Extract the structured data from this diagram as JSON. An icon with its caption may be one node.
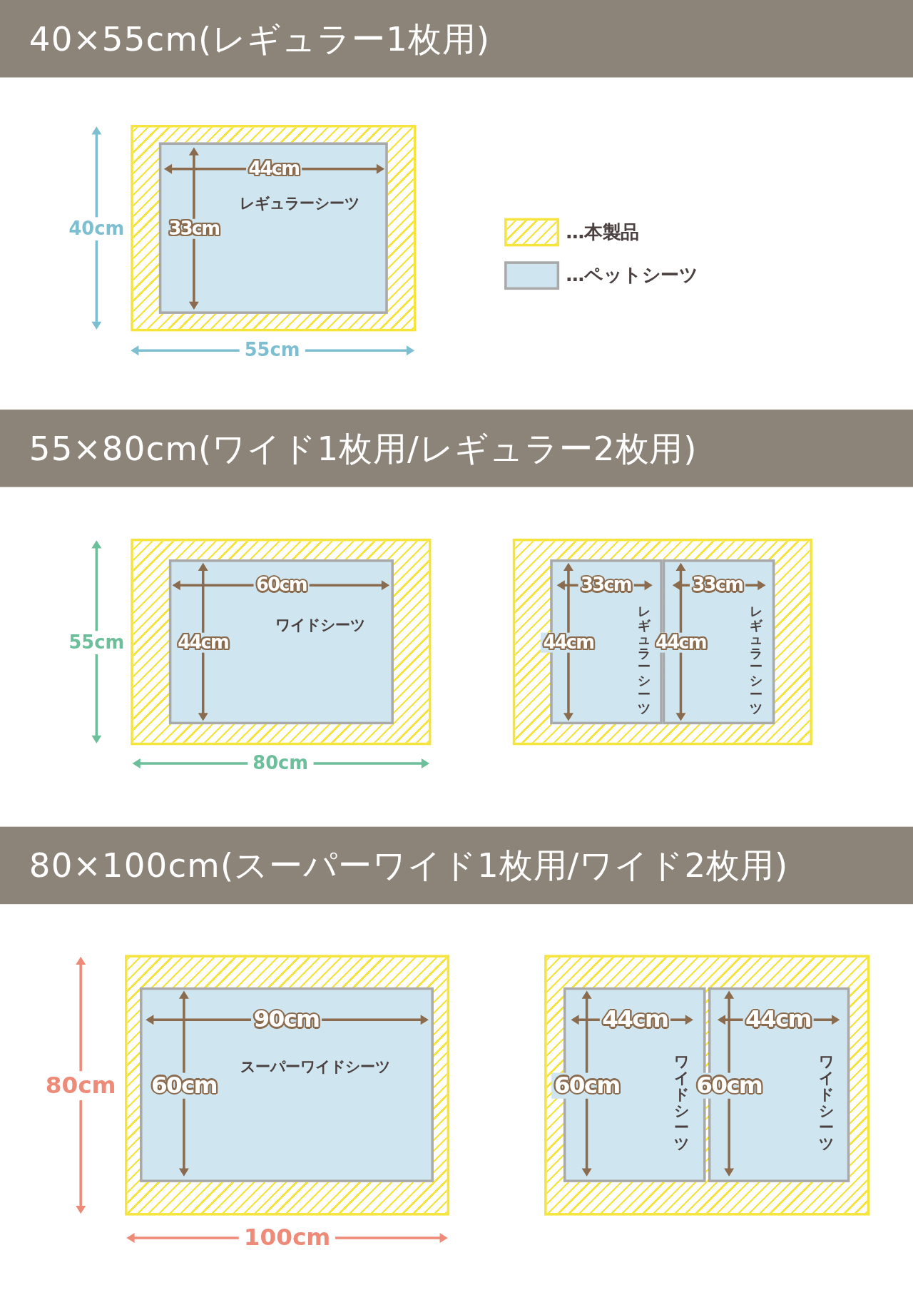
{
  "diagram": {
    "nodes": [
      {
        "text": [
          "40×55cm(レギュラー1枚用)"
        ]
      },
      {
        "text": [],
        "shape": "box"
      },
      {
        "text": [
          "レギュラーシーツ"
        ],
        "in": 1
      },
      {
        "text": [
          "55×80cm(ワイド1枚用/レギュラー2枚用)"
        ]
      },
      {
        "text": [],
        "shape": "box"
      },
      {
        "text": [
          "ワイドシーツ"
        ],
        "in": 4
      },
      {
        "text": [],
        "shape": "box"
      },
      {
        "text": [
          "レギュラーシーツ"
        ],
        "in": 6
      },
      {
        "text": [
          "レギュラーシーツ"
        ],
        "in": 6
      },
      {
        "text": [
          "80×100cm(スーパーワイド1枚用/ワイド2枚用)"
        ]
      },
      {
        "text": [],
        "shape": "box"
      },
      {
        "text": [
          "スーパーワイドシーツ"
        ],
        "in": 10
      },
      {
        "text": [],
        "shape": "box"
      },
      {
        "text": [
          "ワイドシーツ"
        ],
        "in": 12
      },
      {
        "text": [
          "ワイドシーツ"
        ],
        "in": 12
      }
    ],
    "labels": [
      "44cm",
      "40cm",
      "33cm",
      "55cm",
      "60cm",
      "33cm",
      "33cm",
      "55cm",
      "44cm",
      "44cm",
      "44cm",
      "80cm",
      "90cm",
      "44cm",
      "44cm",
      "80cm",
      "60cm",
      "60cm",
      "60cm",
      "100cm"
    ],
    "legend": [
      {
        "text": "…本製品"
      },
      {
        "text": "…ペットシーツ",
        "color": "#cfe5ef"
      }
    ]
  }
}
